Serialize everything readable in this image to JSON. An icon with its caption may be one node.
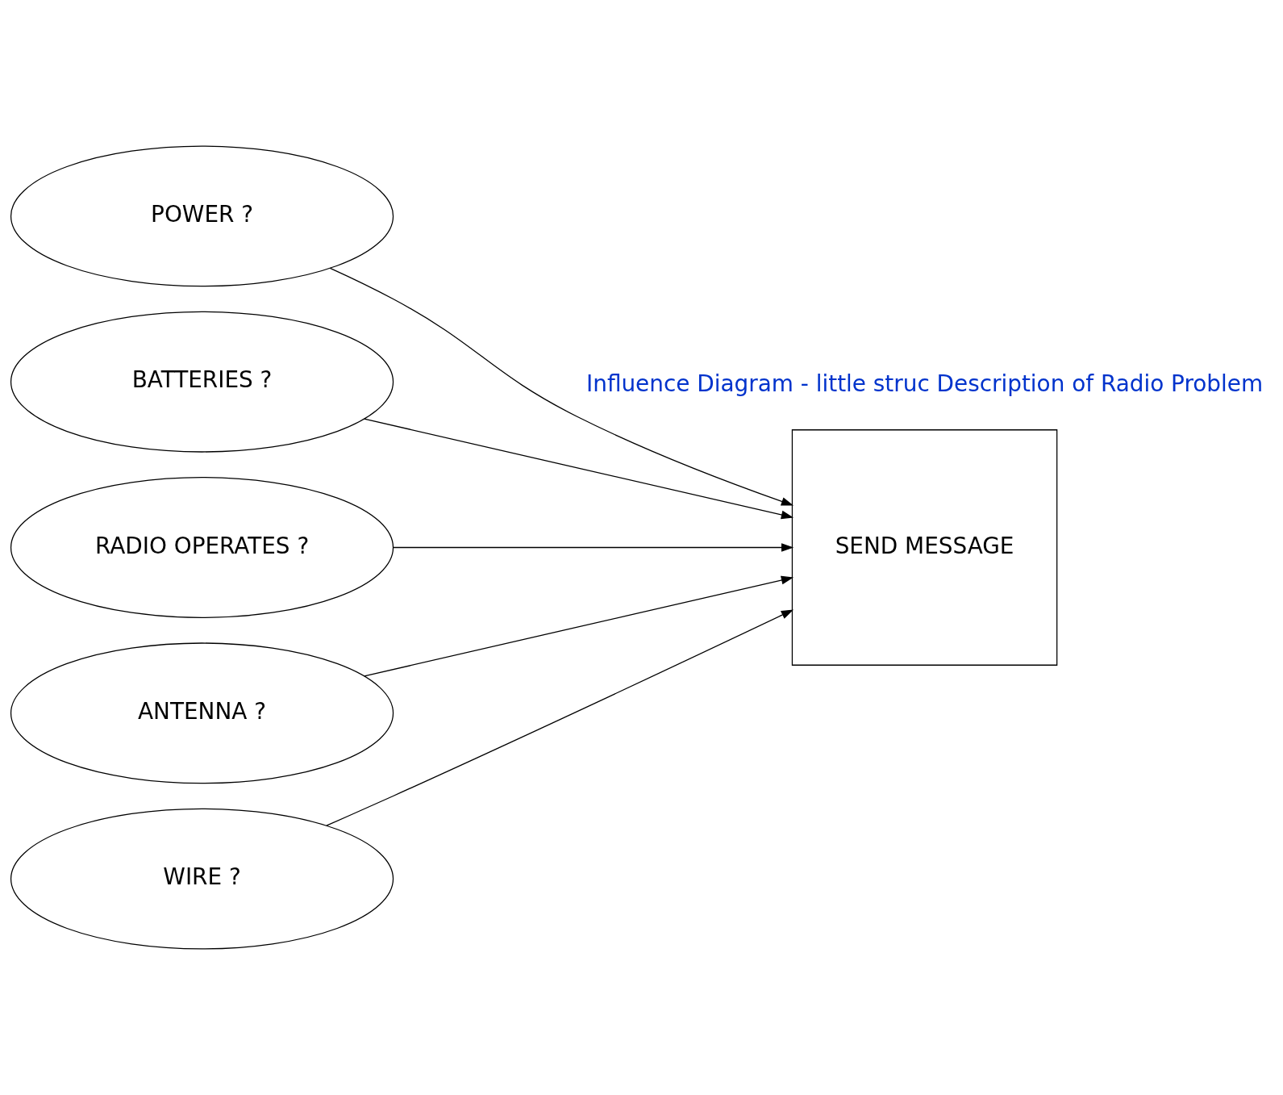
{
  "diagram": {
    "nodes": [
      {
        "text": [
          "POWER ?"
        ]
      },
      {
        "text": [
          "BATTERIES ?"
        ]
      },
      {
        "text": [
          "RADIO OPERATES ?"
        ]
      },
      {
        "text": [
          "ANTENNA ?"
        ]
      },
      {
        "text": [
          "WIRE ?"
        ]
      },
      {
        "text": [
          "SEND MESSAGE"
        ]
      }
    ],
    "edges": [
      {
        "from": 0,
        "to": 5,
        "arrow": "to"
      },
      {
        "from": 1,
        "to": 5,
        "arrow": "to"
      },
      {
        "from": 2,
        "to": 5,
        "arrow": "to"
      },
      {
        "from": 3,
        "to": 5,
        "arrow": "to"
      },
      {
        "from": 4,
        "to": 5,
        "arrow": "to"
      }
    ],
    "labels": [
      "Influence Diagram - little struc Description of Radio Problem"
    ]
  }
}
